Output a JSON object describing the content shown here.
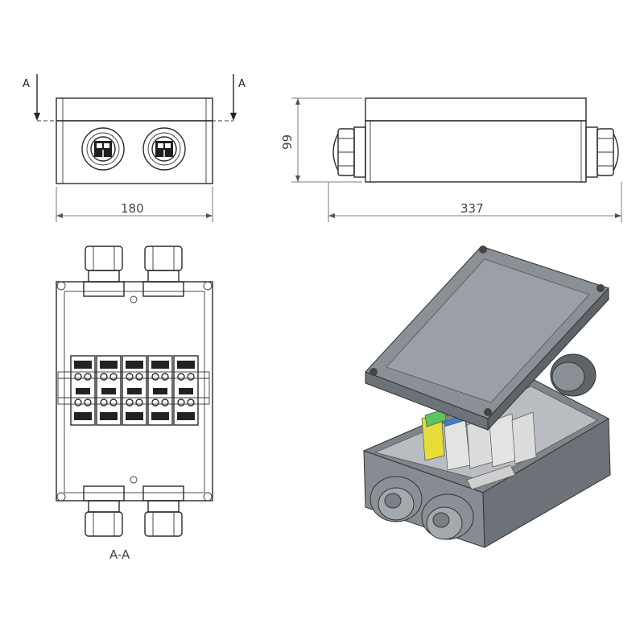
{
  "section_marker": "A",
  "section_label": "A-A",
  "dimensions": {
    "front_width": "180",
    "side_height": "99",
    "side_width": "337"
  },
  "colors": {
    "enclosure": "#8b9096",
    "enclosure_dark": "#5f6469",
    "lid": "#9aa0a6",
    "terminal_yellow": "#e6dc3a",
    "terminal_green": "#5cc45c",
    "terminal_blue": "#3c7fd6",
    "terminal_grey": "#d9d9d9"
  }
}
